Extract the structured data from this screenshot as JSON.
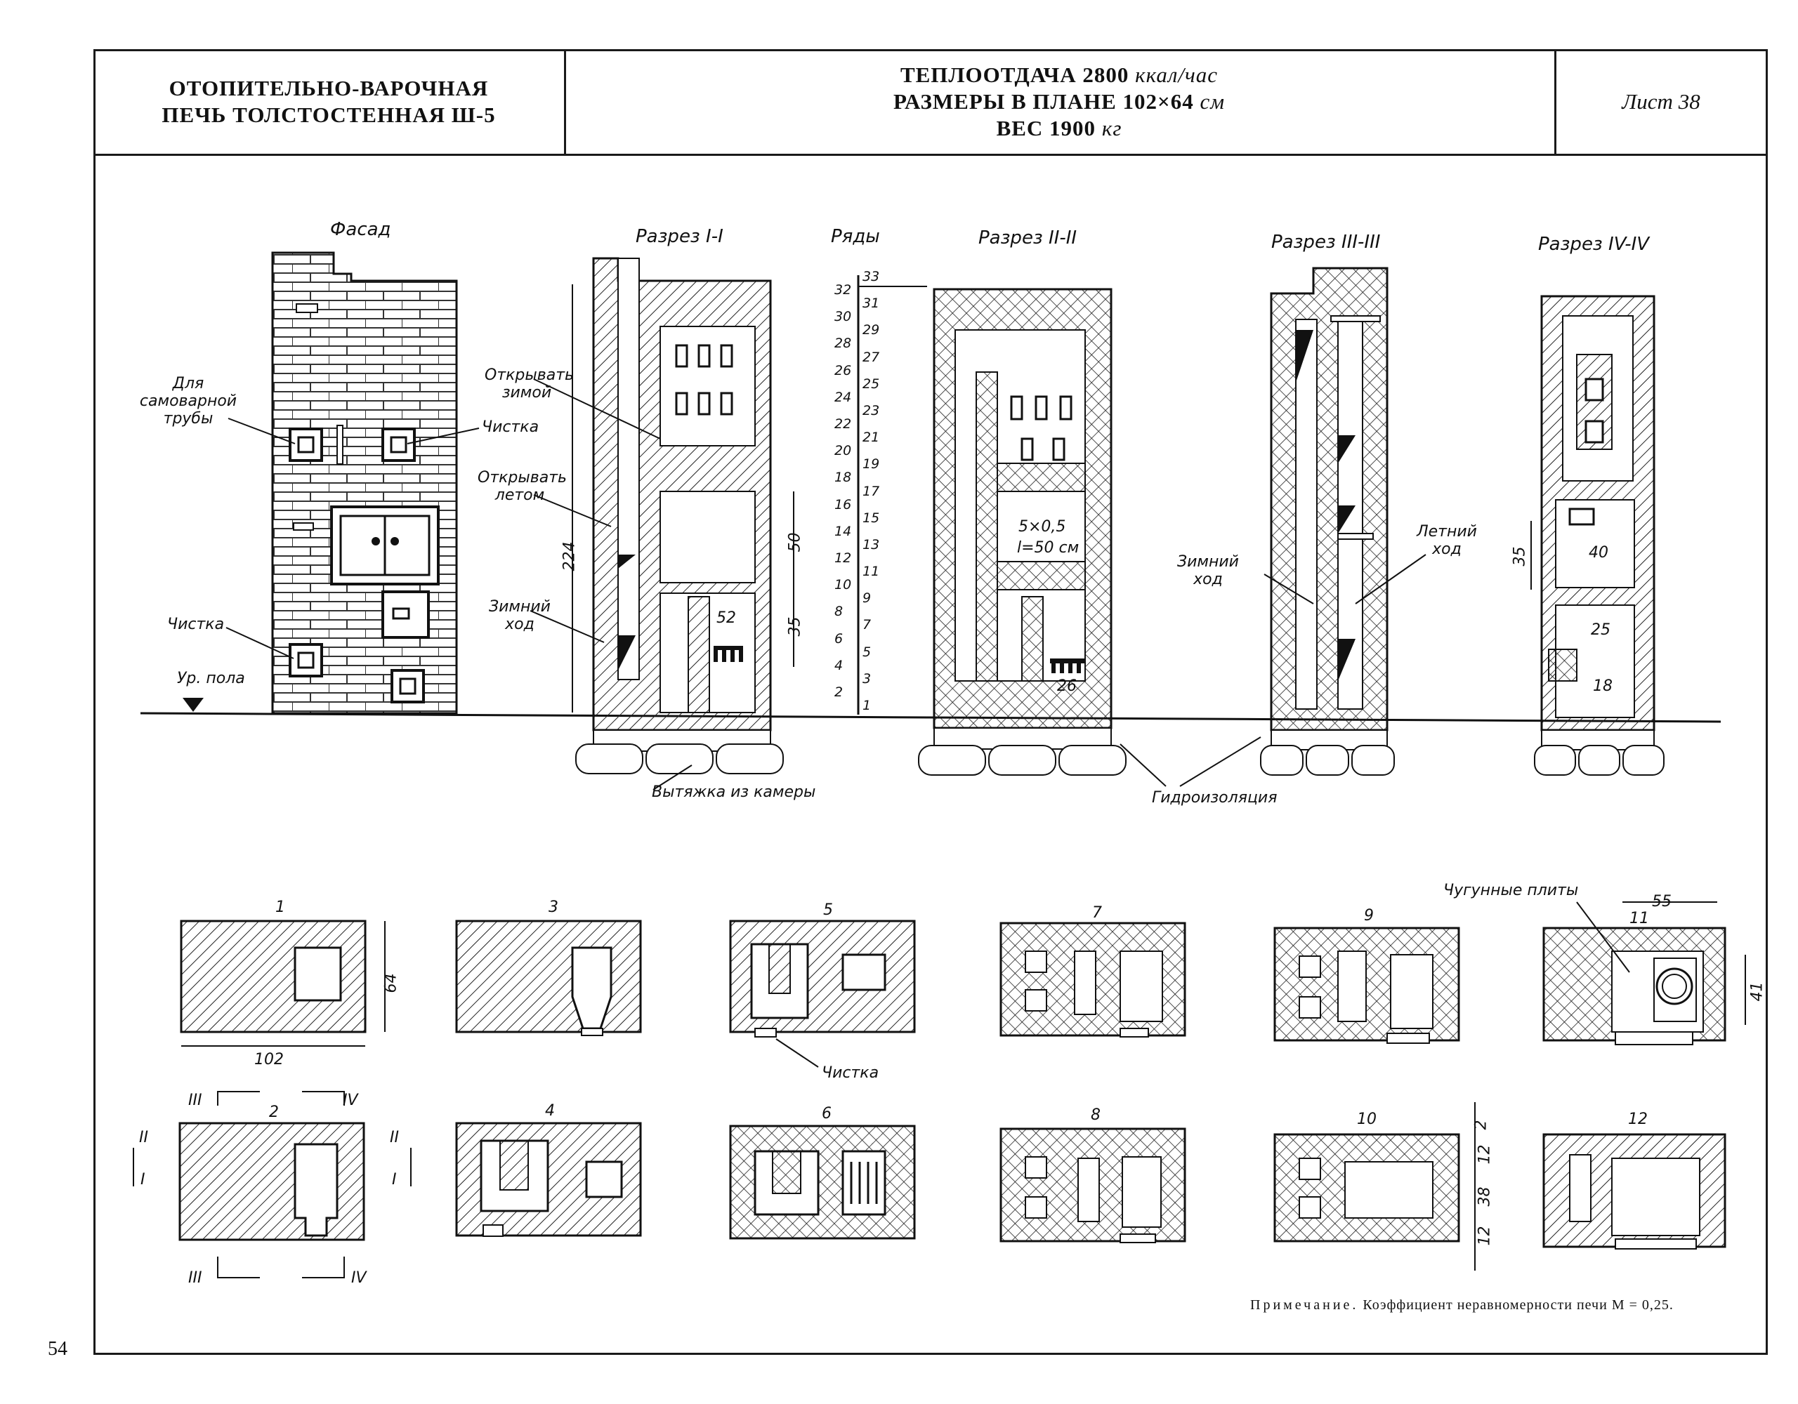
{
  "header": {
    "title_line1": "ОТОПИТЕЛЬНО-ВАРОЧНАЯ",
    "title_line2": "ПЕЧЬ ТОЛСТОСТЕННАЯ Ш-5",
    "heat_label": "ТЕПЛООТДАЧА 2800",
    "heat_unit": "ккал/час",
    "size_label": "РАЗМЕРЫ В ПЛАНЕ 102×64",
    "size_unit": "см",
    "weight_label": "ВЕС 1900",
    "weight_unit": "кг",
    "sheet": "Лист 38"
  },
  "page_number": "54",
  "views": {
    "facade": "Фасад",
    "section_1": "Разрез I-I",
    "rows": "Ряды",
    "section_2": "Разрез II-II",
    "section_3": "Разрез III-III",
    "section_4": "Разрез IV-IV"
  },
  "facade_labels": {
    "samovar": "Для самоварной трубы",
    "cleaning_right": "Чистка",
    "cleaning_left": "Чистка",
    "floor_level": "Ур. пола"
  },
  "section1_labels": {
    "open_winter": "Открывать зимой",
    "open_summer": "Открывать летом",
    "winter_passage": "Зимний ход",
    "height": "224",
    "dim_50": "50",
    "dim_35": "35",
    "dim_52": "52",
    "exhaust": "Вытяжка из камеры"
  },
  "row_numbers": [
    "1",
    "2",
    "3",
    "4",
    "5",
    "6",
    "7",
    "8",
    "9",
    "10",
    "11",
    "12",
    "13",
    "14",
    "15",
    "16",
    "17",
    "18",
    "19",
    "20",
    "21",
    "22",
    "23",
    "24",
    "25",
    "26",
    "27",
    "28",
    "29",
    "30",
    "31",
    "32",
    "33"
  ],
  "section2_labels": {
    "plate": "5×0,5",
    "plate_len": "l=50 см",
    "dim_26": "26",
    "waterproofing": "Гидроизоляция"
  },
  "section3_labels": {
    "winter": "Зимний ход",
    "summer": "Летний ход"
  },
  "section4_labels": {
    "dim_35": "35",
    "dim_40": "40",
    "dim_25": "25",
    "dim_18": "18"
  },
  "plans": {
    "labels": [
      "1",
      "2",
      "3",
      "4",
      "5",
      "6",
      "7",
      "8",
      "9",
      "10",
      "11",
      "12"
    ],
    "dim_102": "102",
    "dim_64": "64",
    "dim_55": "55",
    "dim_41": "41",
    "dim_2": "2",
    "dim_12a": "12",
    "dim_38": "38",
    "dim_12b": "12",
    "cleaning": "Чистка",
    "cast_iron": "Чугунные плиты",
    "mark_III_top": "III",
    "mark_IV_top": "IV",
    "mark_III_bot": "III",
    "mark_IV_bot": "IV",
    "mark_II_left": "II",
    "mark_I_left": "I",
    "mark_II_right": "II",
    "mark_I_right": "I"
  },
  "note_label": "Примечание.",
  "note_text": "Коэффициент неравномерности печи M = 0,25."
}
